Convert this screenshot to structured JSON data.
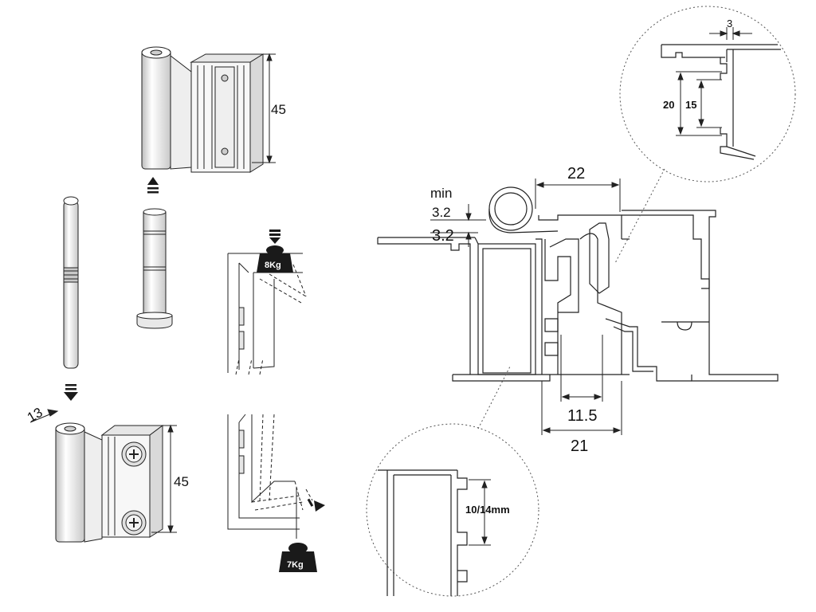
{
  "labels": {
    "hinge_top_height": "45",
    "hinge_bottom_height": "45",
    "hinge_width": "13",
    "weight_top": "8Kg",
    "weight_bottom": "7Kg",
    "min_label": "min",
    "gap_a": "3.2",
    "gap_b": "3.2",
    "width_22": "22",
    "width_115": "11.5",
    "width_21": "21",
    "detail_3": "3",
    "detail_20": "20",
    "detail_15": "15",
    "detail_glass": "10/14mm"
  },
  "colors": {
    "line": "#222222",
    "hinge_fill": "#f2f2f2",
    "shade": "#d8d8d8",
    "weight": "#1a1a1a"
  }
}
